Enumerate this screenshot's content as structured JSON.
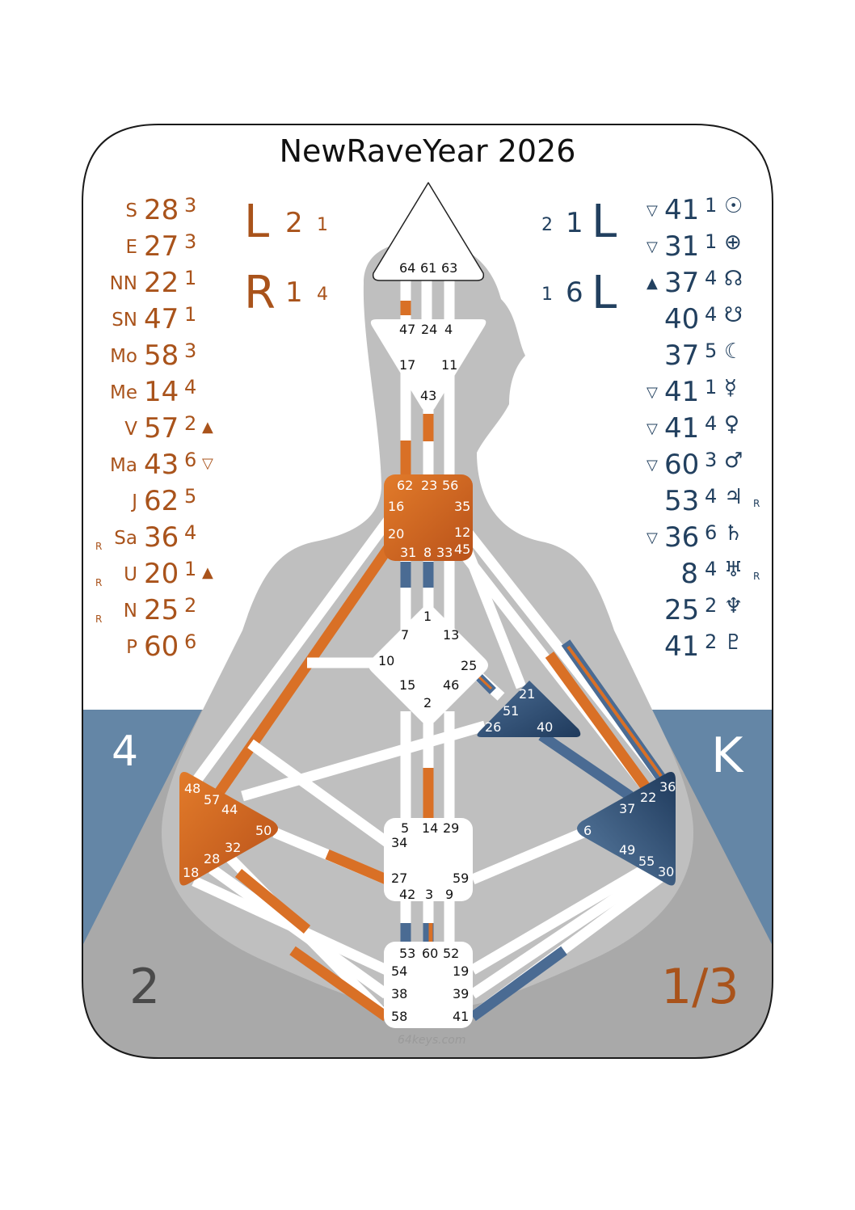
{
  "title": "NewRaveYear 2026",
  "watermark": "64keys.com",
  "colors": {
    "design": "#c95c1c",
    "personality": "#2c4a6e",
    "channel_white": "#ffffff",
    "body": "#bdbdbd",
    "band_blue": "#6486a6",
    "bottom_gray": "#a9a9a9"
  },
  "variables": {
    "left": [
      {
        "arrow": "L",
        "color": "2",
        "tone": "1"
      },
      {
        "arrow": "R",
        "color": "1",
        "tone": "4"
      }
    ],
    "right": [
      {
        "base": "2",
        "tone": "1",
        "arrow": "L"
      },
      {
        "base": "1",
        "tone": "6",
        "arrow": "L"
      }
    ]
  },
  "design_column": [
    {
      "retro": "",
      "planet": "S",
      "gate": "28",
      "line": "3",
      "mark": ""
    },
    {
      "retro": "",
      "planet": "E",
      "gate": "27",
      "line": "3",
      "mark": ""
    },
    {
      "retro": "",
      "planet": "NN",
      "gate": "22",
      "line": "1",
      "mark": ""
    },
    {
      "retro": "",
      "planet": "SN",
      "gate": "47",
      "line": "1",
      "mark": ""
    },
    {
      "retro": "",
      "planet": "Mo",
      "gate": "58",
      "line": "3",
      "mark": ""
    },
    {
      "retro": "",
      "planet": "Me",
      "gate": "14",
      "line": "4",
      "mark": ""
    },
    {
      "retro": "",
      "planet": "V",
      "gate": "57",
      "line": "2",
      "mark": "▲"
    },
    {
      "retro": "",
      "planet": "Ma",
      "gate": "43",
      "line": "6",
      "mark": "▽"
    },
    {
      "retro": "",
      "planet": "J",
      "gate": "62",
      "line": "5",
      "mark": ""
    },
    {
      "retro": "R",
      "planet": "Sa",
      "gate": "36",
      "line": "4",
      "mark": ""
    },
    {
      "retro": "R",
      "planet": "U",
      "gate": "20",
      "line": "1",
      "mark": "▲"
    },
    {
      "retro": "R",
      "planet": "N",
      "gate": "25",
      "line": "2",
      "mark": ""
    },
    {
      "retro": "",
      "planet": "P",
      "gate": "60",
      "line": "6",
      "mark": ""
    }
  ],
  "personality_column": [
    {
      "mark": "▽",
      "gate": "41",
      "line": "1",
      "symbol": "☉",
      "retro": ""
    },
    {
      "mark": "▽",
      "gate": "31",
      "line": "1",
      "symbol": "⊕",
      "retro": ""
    },
    {
      "mark": "▲",
      "gate": "37",
      "line": "4",
      "symbol": "☊",
      "retro": ""
    },
    {
      "mark": "",
      "gate": "40",
      "line": "4",
      "symbol": "☋",
      "retro": ""
    },
    {
      "mark": "",
      "gate": "37",
      "line": "5",
      "symbol": "☾",
      "retro": ""
    },
    {
      "mark": "▽",
      "gate": "41",
      "line": "1",
      "symbol": "☿",
      "retro": ""
    },
    {
      "mark": "▽",
      "gate": "41",
      "line": "4",
      "symbol": "♀",
      "retro": ""
    },
    {
      "mark": "▽",
      "gate": "60",
      "line": "3",
      "symbol": "♂",
      "retro": ""
    },
    {
      "mark": "",
      "gate": "53",
      "line": "4",
      "symbol": "♃",
      "retro": "R"
    },
    {
      "mark": "▽",
      "gate": "36",
      "line": "6",
      "symbol": "♄",
      "retro": ""
    },
    {
      "mark": "",
      "gate": "8",
      "line": "4",
      "symbol": "♅",
      "retro": "R"
    },
    {
      "mark": "",
      "gate": "25",
      "line": "2",
      "symbol": "♆",
      "retro": ""
    },
    {
      "mark": "",
      "gate": "41",
      "line": "2",
      "symbol": "♇",
      "retro": ""
    }
  ],
  "corners": {
    "top_left": "4",
    "top_right": "K",
    "bottom_left": "2",
    "bottom_right": "1/3"
  },
  "centers": {
    "head": [
      "64",
      "61",
      "63"
    ],
    "ajna": [
      "47",
      "24",
      "4",
      "17",
      "11",
      "43"
    ],
    "throat": [
      "62",
      "23",
      "56",
      "16",
      "35",
      "20",
      "12",
      "31",
      "8",
      "33",
      "45"
    ],
    "g": [
      "1",
      "7",
      "13",
      "10",
      "25",
      "15",
      "46",
      "2"
    ],
    "heart": [
      "21",
      "51",
      "26",
      "40"
    ],
    "spleen": [
      "48",
      "57",
      "44",
      "50",
      "32",
      "28",
      "18"
    ],
    "sacral": [
      "5",
      "14",
      "29",
      "34",
      "27",
      "59",
      "42",
      "3",
      "9"
    ],
    "solar": [
      "36",
      "22",
      "37",
      "6",
      "49",
      "55",
      "30"
    ],
    "root": [
      "53",
      "60",
      "52",
      "54",
      "19",
      "38",
      "39",
      "58",
      "41"
    ]
  }
}
